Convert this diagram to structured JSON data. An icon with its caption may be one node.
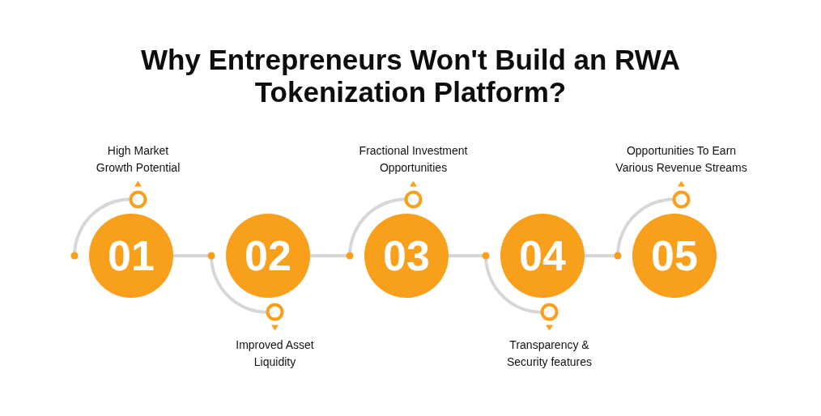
{
  "diagram": {
    "title": "Why Entrepreneurs Won't Build an RWA Tokenization Platform?",
    "nodes": [
      {
        "text": [
          "01"
        ],
        "beside": [
          "High Market Growth Potential"
        ]
      },
      {
        "text": [
          "02"
        ],
        "beside": [
          "Improved Asset Liquidity"
        ]
      },
      {
        "text": [
          "03"
        ],
        "beside": [
          "Fractional Investment Opportunities"
        ]
      },
      {
        "text": [
          "04"
        ],
        "beside": [
          "Transparency & Security features"
        ]
      },
      {
        "text": [
          "05"
        ],
        "beside": [
          "Opportunities To Earn Various Revenue Streams"
        ]
      }
    ],
    "edges": [
      {
        "from": 0,
        "to": 1,
        "arrow": "other"
      },
      {
        "from": 1,
        "to": 2,
        "arrow": "other"
      },
      {
        "from": 2,
        "to": 3,
        "arrow": "other"
      },
      {
        "from": 3,
        "to": 4,
        "arrow": "other"
      }
    ]
  }
}
